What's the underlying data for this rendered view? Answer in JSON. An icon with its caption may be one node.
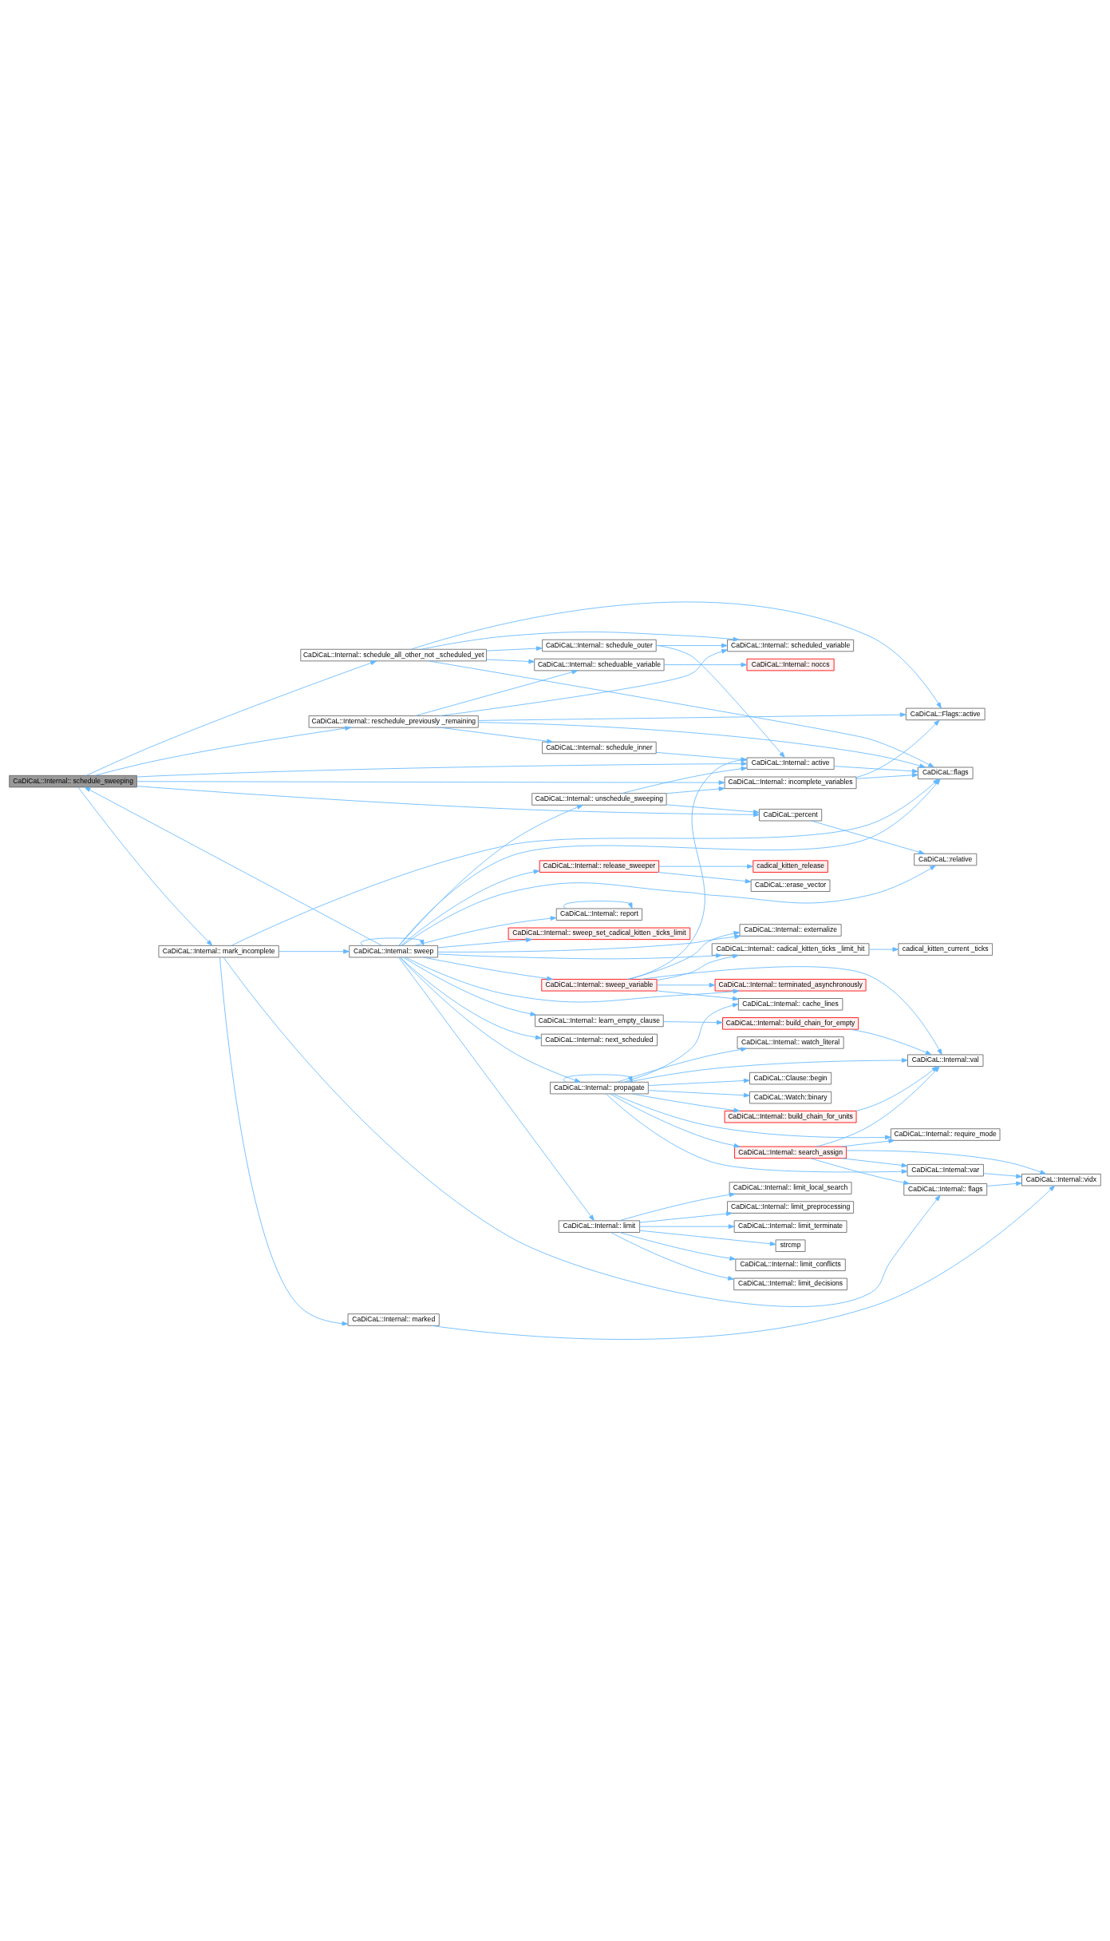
{
  "diagram": {
    "nodes": [
      {
        "text": [
          "CaDiCaL::Internal:: schedule_sweeping"
        ]
      },
      {
        "text": [
          "CaDiCaL::Internal:: schedule_all_other_not _scheduled_yet"
        ]
      },
      {
        "text": [
          "CaDiCaL::Internal:: reschedule_previously _remaining"
        ]
      },
      {
        "text": [
          "CaDiCaL::Flags::active"
        ]
      },
      {
        "text": [
          "CaDiCaL::Internal:: scheduled_variable"
        ]
      },
      {
        "text": [
          "CaDiCaL::Internal:: schedule_outer"
        ]
      },
      {
        "text": [
          "CaDiCaL::Internal:: scheduable_variable"
        ]
      },
      {
        "text": [
          "CaDiCaL::Internal:: noccs"
        ]
      },
      {
        "text": [
          "CaDiCaL::Internal:: schedule_inner"
        ]
      },
      {
        "text": [
          "CaDiCaL::Internal:: active"
        ]
      },
      {
        "text": [
          "CaDiCaL::flags"
        ]
      },
      {
        "text": [
          "CaDiCaL::Internal:: incomplete_variables"
        ]
      },
      {
        "text": [
          "CaDiCaL::Internal:: unschedule_sweeping"
        ]
      },
      {
        "text": [
          "CaDiCaL::percent"
        ]
      },
      {
        "text": [
          "CaDiCaL::Internal:: mark_incomplete"
        ]
      },
      {
        "text": [
          "CaDiCaL::Internal:: sweep"
        ]
      },
      {
        "text": [
          "CaDiCaL::Internal:: release_sweeper"
        ]
      },
      {
        "text": [
          "cadical_kitten_release"
        ]
      },
      {
        "text": [
          "CaDiCaL::erase_vector"
        ]
      },
      {
        "text": [
          "CaDiCaL::relative"
        ]
      },
      {
        "text": [
          "CaDiCaL::Internal:: report"
        ]
      },
      {
        "text": [
          "CaDiCaL::Internal:: sweep_set_cadical_kitten _ticks_limit"
        ]
      },
      {
        "text": [
          "CaDiCaL::Internal:: externalize"
        ]
      },
      {
        "text": [
          "CaDiCaL::Internal:: cadical_kitten_ticks _limit_hit"
        ]
      },
      {
        "text": [
          "cadical_kitten_current _ticks"
        ]
      },
      {
        "text": [
          "CaDiCaL::Internal:: sweep_variable"
        ]
      },
      {
        "text": [
          "CaDiCaL::Internal:: terminated_asynchronously"
        ]
      },
      {
        "text": [
          "CaDiCaL::Internal:: learn_empty_clause"
        ]
      },
      {
        "text": [
          "CaDiCaL::Internal:: build_chain_for_empty"
        ]
      },
      {
        "text": [
          "CaDiCaL::Internal:: next_scheduled"
        ]
      },
      {
        "text": [
          "CaDiCaL::Internal:: cache_lines"
        ]
      },
      {
        "text": [
          "CaDiCaL::Internal:: watch_literal"
        ]
      },
      {
        "text": [
          "CaDiCaL::Internal::val"
        ]
      },
      {
        "text": [
          "CaDiCaL::Internal:: propagate"
        ]
      },
      {
        "text": [
          "CaDiCaL::Clause::begin"
        ]
      },
      {
        "text": [
          "CaDiCaL::Watch::binary"
        ]
      },
      {
        "text": [
          "CaDiCaL::Internal:: build_chain_for_units"
        ]
      },
      {
        "text": [
          "CaDiCaL::Internal:: require_mode"
        ]
      },
      {
        "text": [
          "CaDiCaL::Internal:: search_assign"
        ]
      },
      {
        "text": [
          "CaDiCaL::Internal::var"
        ]
      },
      {
        "text": [
          "CaDiCaL::Internal::vidx"
        ]
      },
      {
        "text": [
          "CaDiCaL::Internal:: flags"
        ]
      },
      {
        "text": [
          "CaDiCaL::Internal:: limit"
        ]
      },
      {
        "text": [
          "CaDiCaL::Internal:: limit_local_search"
        ]
      },
      {
        "text": [
          "CaDiCaL::Internal:: limit_preprocessing"
        ]
      },
      {
        "text": [
          "CaDiCaL::Internal:: limit_terminate"
        ]
      },
      {
        "text": [
          "strcmp"
        ]
      },
      {
        "text": [
          "CaDiCaL::Internal:: limit_conflicts"
        ]
      },
      {
        "text": [
          "CaDiCaL::Internal:: limit_decisions"
        ]
      },
      {
        "text": [
          "CaDiCaL::Internal:: marked"
        ]
      }
    ],
    "edges": [
      {
        "from": 0,
        "to": 1,
        "arrow": "to"
      },
      {
        "from": 0,
        "to": 2,
        "arrow": "to"
      },
      {
        "from": 0,
        "to": 9,
        "arrow": "to"
      },
      {
        "from": 0,
        "to": 11,
        "arrow": "to"
      },
      {
        "from": 0,
        "to": 13,
        "arrow": "to"
      },
      {
        "from": 0,
        "to": 14,
        "arrow": "to"
      },
      {
        "from": 1,
        "to": 3,
        "arrow": "to"
      },
      {
        "from": 1,
        "to": 10,
        "arrow": "to"
      },
      {
        "from": 1,
        "to": 4,
        "arrow": "to"
      },
      {
        "from": 1,
        "to": 5,
        "arrow": "to"
      },
      {
        "from": 1,
        "to": 6,
        "arrow": "to"
      },
      {
        "from": 2,
        "to": 3,
        "arrow": "to"
      },
      {
        "from": 2,
        "to": 4,
        "arrow": "to"
      },
      {
        "from": 2,
        "to": 6,
        "arrow": "to"
      },
      {
        "from": 2,
        "to": 8,
        "arrow": "to"
      },
      {
        "from": 2,
        "to": 10,
        "arrow": "to"
      },
      {
        "from": 5,
        "to": 4,
        "arrow": "to"
      },
      {
        "from": 5,
        "to": 9,
        "arrow": "to"
      },
      {
        "from": 6,
        "to": 7,
        "arrow": "to"
      },
      {
        "from": 8,
        "to": 9,
        "arrow": "to"
      },
      {
        "from": 9,
        "to": 10,
        "arrow": "to"
      },
      {
        "from": 11,
        "to": 3,
        "arrow": "to"
      },
      {
        "from": 11,
        "to": 10,
        "arrow": "to"
      },
      {
        "from": 12,
        "to": 9,
        "arrow": "to"
      },
      {
        "from": 12,
        "to": 11,
        "arrow": "to"
      },
      {
        "from": 12,
        "to": 13,
        "arrow": "to"
      },
      {
        "from": 13,
        "to": 19,
        "arrow": "to"
      },
      {
        "from": 14,
        "to": 15,
        "arrow": "to"
      },
      {
        "from": 14,
        "to": 10,
        "arrow": "to"
      },
      {
        "from": 14,
        "to": 41,
        "arrow": "to"
      },
      {
        "from": 14,
        "to": 49,
        "arrow": "to"
      },
      {
        "from": 15,
        "to": 0,
        "arrow": "to"
      },
      {
        "from": 15,
        "to": 15,
        "arrow": "to"
      },
      {
        "from": 15,
        "to": 12,
        "arrow": "to"
      },
      {
        "from": 15,
        "to": 10,
        "arrow": "to"
      },
      {
        "from": 15,
        "to": 16,
        "arrow": "to"
      },
      {
        "from": 15,
        "to": 20,
        "arrow": "to"
      },
      {
        "from": 15,
        "to": 21,
        "arrow": "to"
      },
      {
        "from": 15,
        "to": 19,
        "arrow": "to"
      },
      {
        "from": 15,
        "to": 22,
        "arrow": "to"
      },
      {
        "from": 15,
        "to": 23,
        "arrow": "to"
      },
      {
        "from": 15,
        "to": 25,
        "arrow": "to"
      },
      {
        "from": 15,
        "to": 26,
        "arrow": "to"
      },
      {
        "from": 15,
        "to": 27,
        "arrow": "to"
      },
      {
        "from": 15,
        "to": 29,
        "arrow": "to"
      },
      {
        "from": 15,
        "to": 33,
        "arrow": "to"
      },
      {
        "from": 15,
        "to": 42,
        "arrow": "to"
      },
      {
        "from": 16,
        "to": 17,
        "arrow": "to"
      },
      {
        "from": 16,
        "to": 18,
        "arrow": "to"
      },
      {
        "from": 20,
        "to": 20,
        "arrow": "to"
      },
      {
        "from": 23,
        "to": 24,
        "arrow": "to"
      },
      {
        "from": 25,
        "to": 9,
        "arrow": "to"
      },
      {
        "from": 25,
        "to": 22,
        "arrow": "to"
      },
      {
        "from": 25,
        "to": 23,
        "arrow": "to"
      },
      {
        "from": 25,
        "to": 26,
        "arrow": "to"
      },
      {
        "from": 25,
        "to": 30,
        "arrow": "to"
      },
      {
        "from": 25,
        "to": 32,
        "arrow": "to"
      },
      {
        "from": 27,
        "to": 28,
        "arrow": "to"
      },
      {
        "from": 28,
        "to": 32,
        "arrow": "to"
      },
      {
        "from": 33,
        "to": 33,
        "arrow": "to"
      },
      {
        "from": 33,
        "to": 30,
        "arrow": "to"
      },
      {
        "from": 33,
        "to": 31,
        "arrow": "to"
      },
      {
        "from": 33,
        "to": 32,
        "arrow": "to"
      },
      {
        "from": 33,
        "to": 34,
        "arrow": "to"
      },
      {
        "from": 33,
        "to": 35,
        "arrow": "to"
      },
      {
        "from": 33,
        "to": 36,
        "arrow": "to"
      },
      {
        "from": 33,
        "to": 37,
        "arrow": "to"
      },
      {
        "from": 33,
        "to": 38,
        "arrow": "to"
      },
      {
        "from": 33,
        "to": 39,
        "arrow": "to"
      },
      {
        "from": 36,
        "to": 32,
        "arrow": "to"
      },
      {
        "from": 38,
        "to": 32,
        "arrow": "to"
      },
      {
        "from": 38,
        "to": 37,
        "arrow": "to"
      },
      {
        "from": 38,
        "to": 39,
        "arrow": "to"
      },
      {
        "from": 38,
        "to": 40,
        "arrow": "to"
      },
      {
        "from": 38,
        "to": 41,
        "arrow": "to"
      },
      {
        "from": 39,
        "to": 40,
        "arrow": "to"
      },
      {
        "from": 41,
        "to": 40,
        "arrow": "to"
      },
      {
        "from": 42,
        "to": 43,
        "arrow": "to"
      },
      {
        "from": 42,
        "to": 44,
        "arrow": "to"
      },
      {
        "from": 42,
        "to": 45,
        "arrow": "to"
      },
      {
        "from": 42,
        "to": 46,
        "arrow": "to"
      },
      {
        "from": 42,
        "to": 47,
        "arrow": "to"
      },
      {
        "from": 42,
        "to": 48,
        "arrow": "to"
      },
      {
        "from": 49,
        "to": 40,
        "arrow": "to"
      }
    ]
  }
}
